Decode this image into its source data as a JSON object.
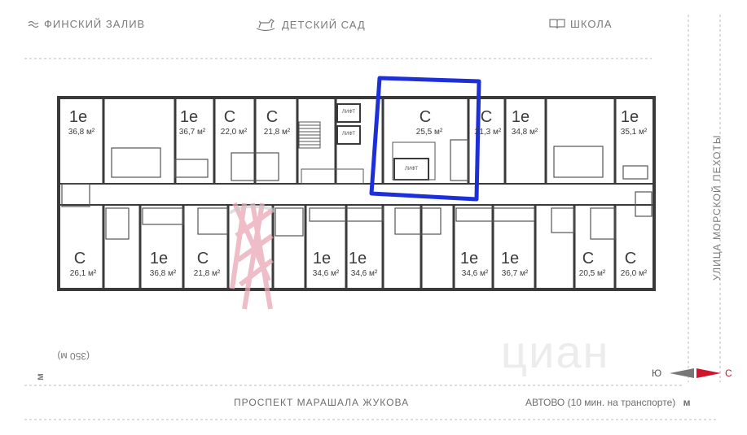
{
  "landmarks": {
    "gulf": "ФИНСКИЙ ЗАЛИВ",
    "kindergarten": "ДЕТСКИЙ САД",
    "school": "ШКОЛА"
  },
  "streets": {
    "right": "УЛИЦА МОРСКОЙ ПЕХОТЫ",
    "bottom": "ПРОСПЕКТ МАРАШАЛА ЖУКОВА",
    "metro_left_symbol": "м",
    "metro_left": "(350 м)",
    "metro_bottom": "АВТОВО (10 мин. на транспорте)",
    "metro_bottom_symbol": "м"
  },
  "compass": {
    "south": "Ю",
    "north": "С"
  },
  "watermark": "циан",
  "lift_label": "ЛИФТ",
  "units": [
    {
      "type": "1е",
      "area": "36,8 м²"
    },
    {
      "type": "1е",
      "area": "36,7 м²"
    },
    {
      "type": "С",
      "area": "22,0 м²"
    },
    {
      "type": "С",
      "area": "21,8 м²"
    },
    {
      "type": "С",
      "area": "25,5 м²"
    },
    {
      "type": "С",
      "area": "21,3 м²"
    },
    {
      "type": "1е",
      "area": "34,8 м²"
    },
    {
      "type": "1е",
      "area": "35,1 м²"
    },
    {
      "type": "С",
      "area": "26,1 м²"
    },
    {
      "type": "1е",
      "area": "36,8 м²"
    },
    {
      "type": "С",
      "area": "21,8 м²"
    },
    {
      "type": "1е",
      "area": "34,6 м²"
    },
    {
      "type": "1е",
      "area": "34,6 м²"
    },
    {
      "type": "1е",
      "area": "34,6 м²"
    },
    {
      "type": "1е",
      "area": "36,7 м²"
    },
    {
      "type": "С",
      "area": "20,5 м²"
    },
    {
      "type": "С",
      "area": "26,0 м²"
    }
  ],
  "colors": {
    "highlight": "#1d2fd8",
    "north": "#d0152b",
    "wall": "#3a3a3a",
    "scribble": "#e8a7b4"
  }
}
